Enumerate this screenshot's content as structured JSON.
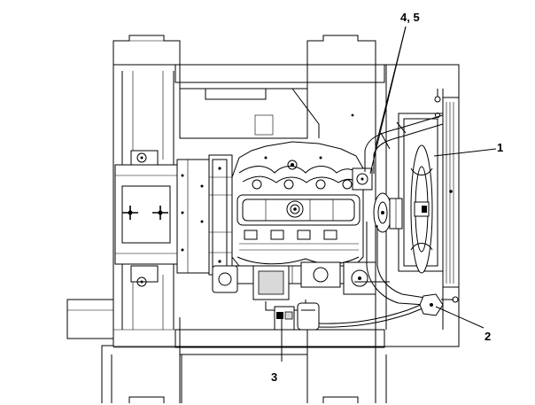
{
  "callouts": {
    "c1": "1",
    "c2": "2",
    "c3": "3",
    "c45": "4, 5"
  }
}
